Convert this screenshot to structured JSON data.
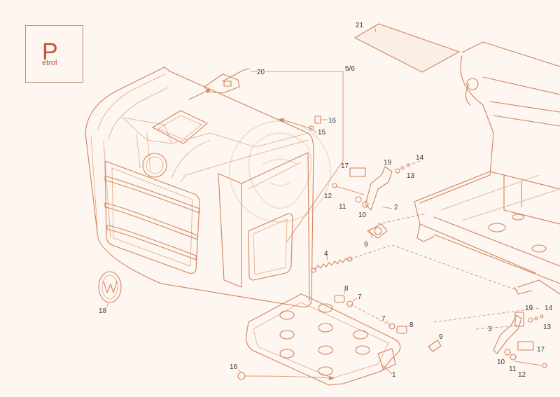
{
  "badge": {
    "letter": "P",
    "word": "etrol"
  },
  "callouts": [
    {
      "id": "c21",
      "text": "21"
    },
    {
      "id": "c20",
      "text": "20"
    },
    {
      "id": "c56",
      "text": "5/6"
    },
    {
      "id": "c16a",
      "text": "16"
    },
    {
      "id": "c15",
      "text": "15"
    },
    {
      "id": "c14a",
      "text": "14"
    },
    {
      "id": "c13a",
      "text": "13"
    },
    {
      "id": "c19a",
      "text": "19"
    },
    {
      "id": "c17a",
      "text": "17"
    },
    {
      "id": "c12a",
      "text": "12"
    },
    {
      "id": "c11a",
      "text": "11"
    },
    {
      "id": "c10a",
      "text": "10"
    },
    {
      "id": "c2",
      "text": "2"
    },
    {
      "id": "c9a",
      "text": "9"
    },
    {
      "id": "c4",
      "text": "4"
    },
    {
      "id": "c8a",
      "text": "8"
    },
    {
      "id": "c7a",
      "text": "7"
    },
    {
      "id": "c18",
      "text": "18"
    },
    {
      "id": "c7b",
      "text": "7"
    },
    {
      "id": "c8b",
      "text": "8"
    },
    {
      "id": "c9b",
      "text": "9"
    },
    {
      "id": "c16b",
      "text": "16"
    },
    {
      "id": "c1",
      "text": "1"
    },
    {
      "id": "c19b",
      "text": "19"
    },
    {
      "id": "c14b",
      "text": "14"
    },
    {
      "id": "c3",
      "text": "3"
    },
    {
      "id": "c13b",
      "text": "13"
    },
    {
      "id": "c17b",
      "text": "17"
    },
    {
      "id": "c10b",
      "text": "10"
    },
    {
      "id": "c11b",
      "text": "11"
    },
    {
      "id": "c12b",
      "text": "12"
    }
  ],
  "colors": {
    "line": "#d4825a",
    "badge_text": "#c0563a",
    "background": "#fdf6f1"
  }
}
